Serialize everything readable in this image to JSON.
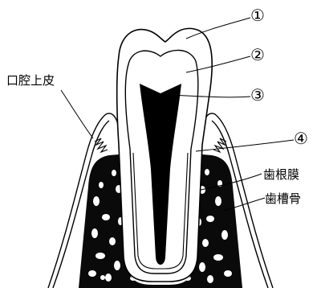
{
  "labels": {
    "epithelium": "口腔上皮",
    "n1": "①",
    "n2": "②",
    "n3": "③",
    "n4": "④",
    "periodontal_ligament": "歯根膜",
    "alveolar_bone": "歯槽骨"
  },
  "colors": {
    "line": "#000000",
    "fill": "#ffffff"
  }
}
